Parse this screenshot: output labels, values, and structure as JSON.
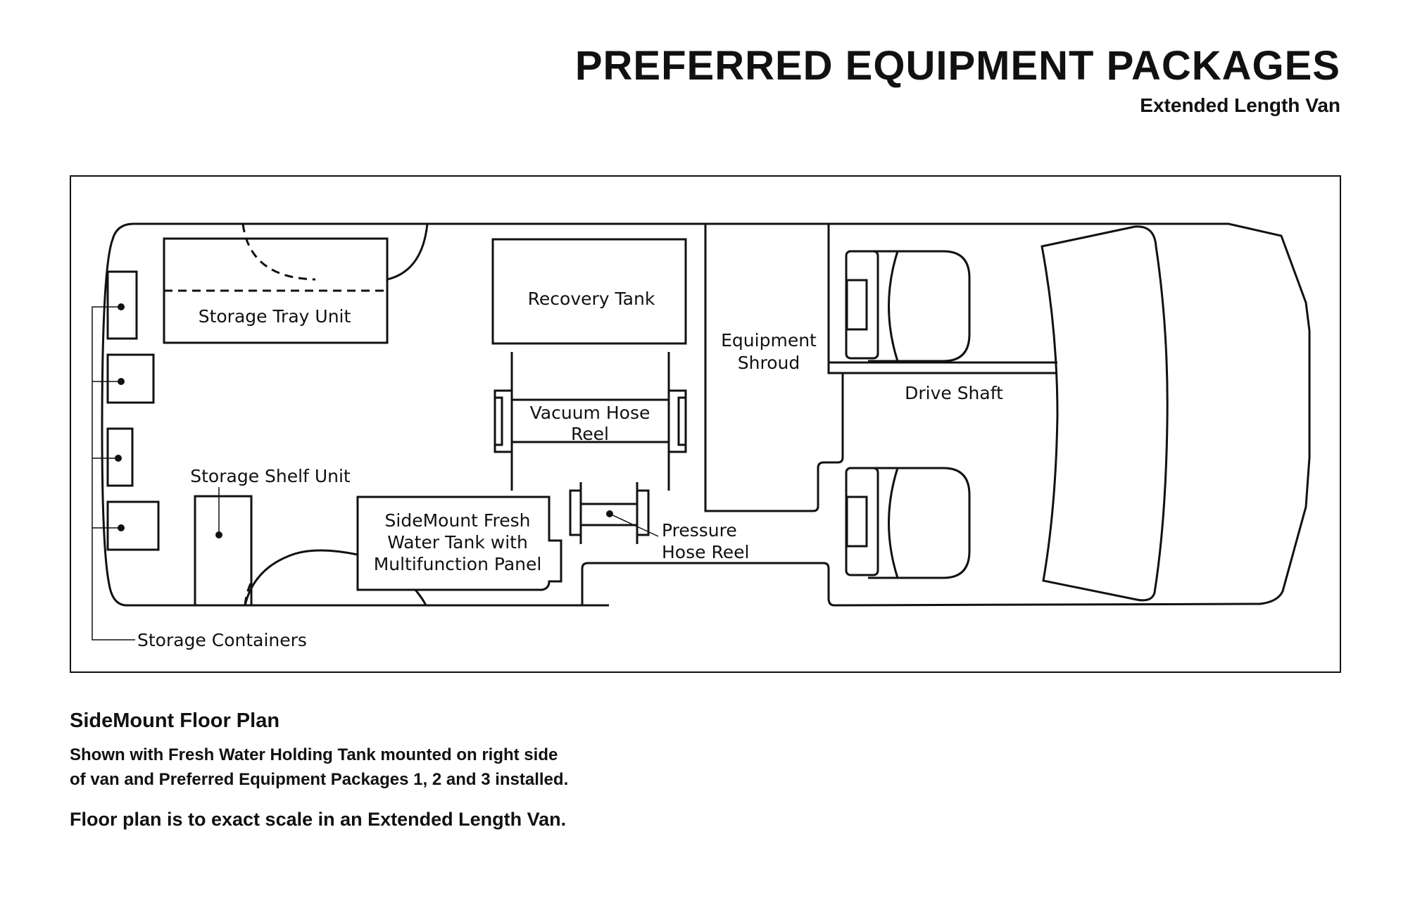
{
  "header": {
    "title": "PREFERRED EQUIPMENT PACKAGES",
    "subtitle": "Extended Length Van"
  },
  "floor_plan": {
    "labels": {
      "storage_tray_unit": "Storage Tray Unit",
      "recovery_tank": "Recovery Tank",
      "equipment_shroud_1": "Equipment",
      "equipment_shroud_2": "Shroud",
      "drive_shaft": "Drive Shaft",
      "vacuum_hose_reel_1": "Vacuum Hose",
      "vacuum_hose_reel_2": "Reel",
      "storage_shelf_unit": "Storage Shelf Unit",
      "fresh_water_tank_1": "SideMount Fresh",
      "fresh_water_tank_2": "Water Tank with",
      "fresh_water_tank_3": "Multifunction Panel",
      "pressure_hose_reel_1": "Pressure",
      "pressure_hose_reel_2": "Hose Reel",
      "storage_containers": "Storage Containers"
    }
  },
  "caption": {
    "title": "SideMount Floor Plan",
    "line1": "Shown with Fresh Water Holding Tank mounted on right side",
    "line2": "of van and Preferred Equipment Packages 1, 2 and 3 installed.",
    "note": "Floor plan is to exact scale in an Extended Length Van."
  }
}
